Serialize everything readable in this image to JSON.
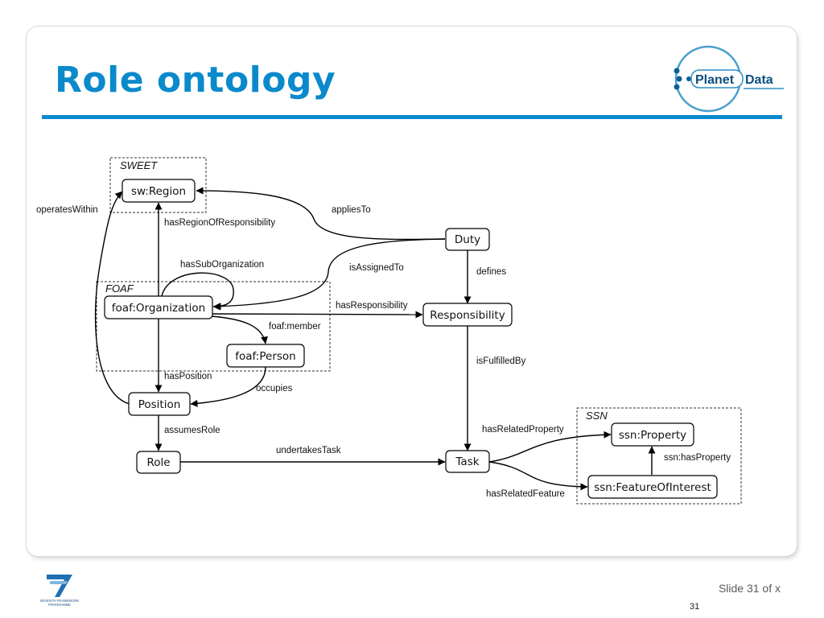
{
  "title": "Role ontology",
  "logo_text": [
    "Planet",
    "Data"
  ],
  "fp7_text": [
    "SEVENTH FRAMEWORK",
    "PROGRAMME"
  ],
  "footer": {
    "slide_label": "Slide 31 of x",
    "page_number": "31"
  },
  "diagram": {
    "groups": {
      "sweet": "SWEET",
      "foaf": "FOAF",
      "ssn": "SSN"
    },
    "nodes": {
      "region": "sw:Region",
      "organization": "foaf:Organization",
      "person": "foaf:Person",
      "position": "Position",
      "role": "Role",
      "duty": "Duty",
      "responsibility": "Responsibility",
      "task": "Task",
      "property": "ssn:Property",
      "feature": "ssn:FeatureOfInterest"
    },
    "edges": {
      "operatesWithin": "operatesWithin",
      "hasRegionOfResponsibility": "hasRegionOfResponsibility",
      "appliesTo": "appliesTo",
      "hasSubOrganization": "hasSubOrganization",
      "isAssignedTo": "isAssignedTo",
      "defines": "defines",
      "hasResponsibility": "hasResponsibility",
      "foafMember": "foaf:member",
      "isFulfilledBy": "isFulfilledBy",
      "hasPosition": "hasPosition",
      "occupies": "occupies",
      "assumesRole": "assumesRole",
      "undertakesTask": "undertakesTask",
      "hasRelatedProperty": "hasRelatedProperty",
      "hasRelatedFeature": "hasRelatedFeature",
      "ssnHasProperty": "ssn:hasProperty"
    }
  }
}
